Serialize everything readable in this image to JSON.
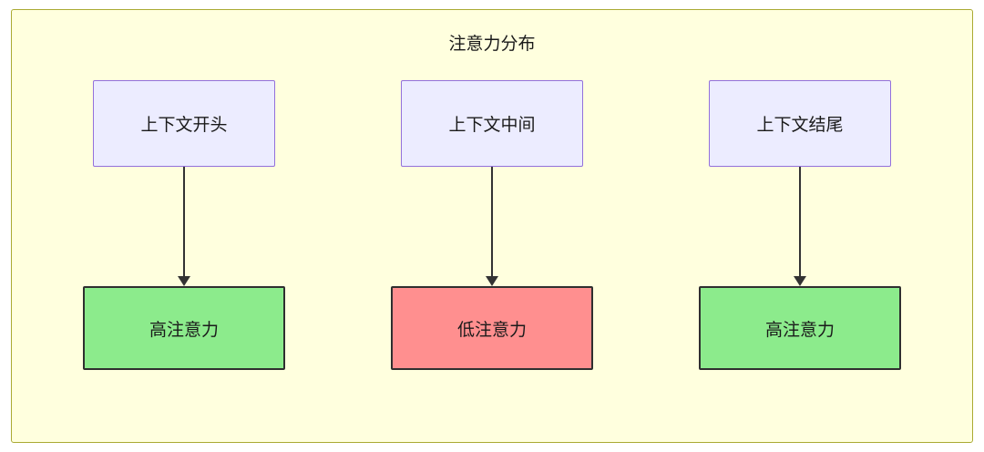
{
  "diagram": {
    "title": "注意力分布",
    "columns": [
      {
        "top": "上下文开头",
        "bottom": "高注意力",
        "attention": "high"
      },
      {
        "top": "上下文中间",
        "bottom": "低注意力",
        "attention": "low"
      },
      {
        "top": "上下文结尾",
        "bottom": "高注意力",
        "attention": "high"
      }
    ],
    "colors": {
      "container_bg": "#ffffde",
      "container_border": "#aaaa33",
      "top_node_bg": "#ececff",
      "top_node_border": "#9370db",
      "high_attention_bg": "#8ceb8c",
      "low_attention_bg": "#ff8f8f",
      "bottom_node_border": "#2f2f2f",
      "arrow_color": "#333333"
    }
  }
}
